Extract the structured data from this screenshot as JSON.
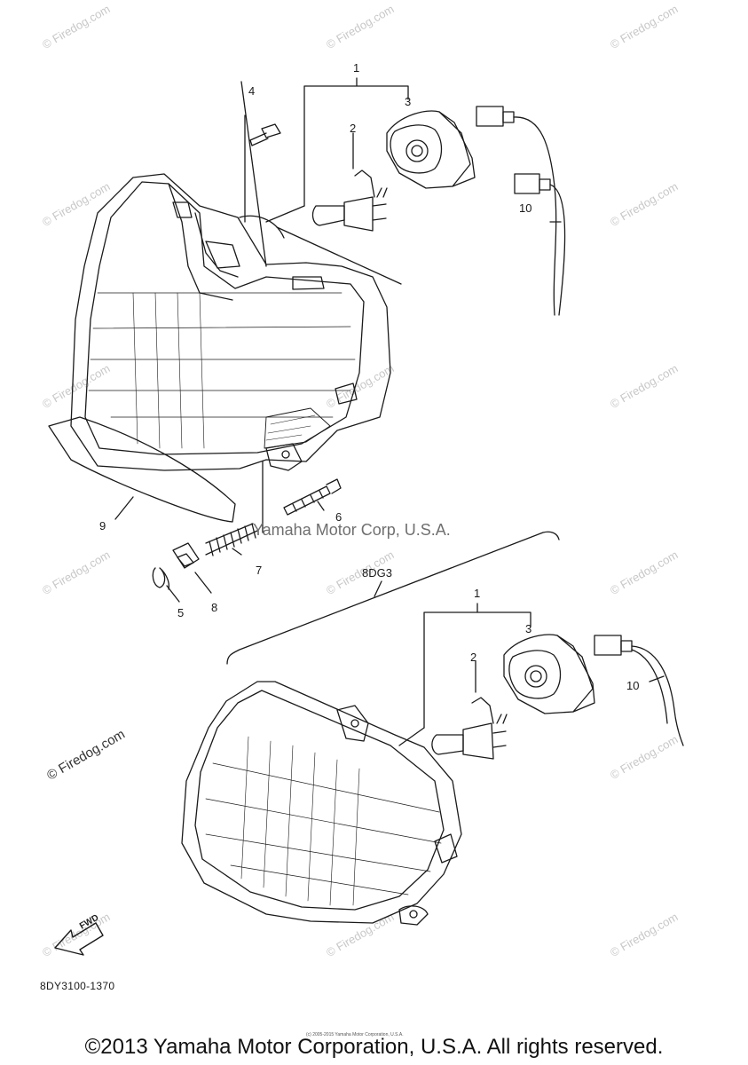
{
  "callouts": {
    "c1_top": "1",
    "c2_top": "2",
    "c3_top": "3",
    "c4": "4",
    "c5": "5",
    "c6": "6",
    "c7": "7",
    "c8": "8",
    "c9": "9",
    "c10_top": "10",
    "c1_bottom": "1",
    "c2_bottom": "2",
    "c3_bottom": "3",
    "c10_bottom": "10"
  },
  "variant_label": "8DG3",
  "fwd_label": "FWD",
  "diagram_code": "8DY3100-1370",
  "watermark": "© Firedog.com",
  "mid_mark": "Yamaha Motor Corp, U.S.A.",
  "tiny_note": "(c) 2005-2015 Yamaha Motor Corporation, U.S.A.",
  "footer": "©2013 Yamaha Motor Corporation, U.S.A. All rights reserved."
}
